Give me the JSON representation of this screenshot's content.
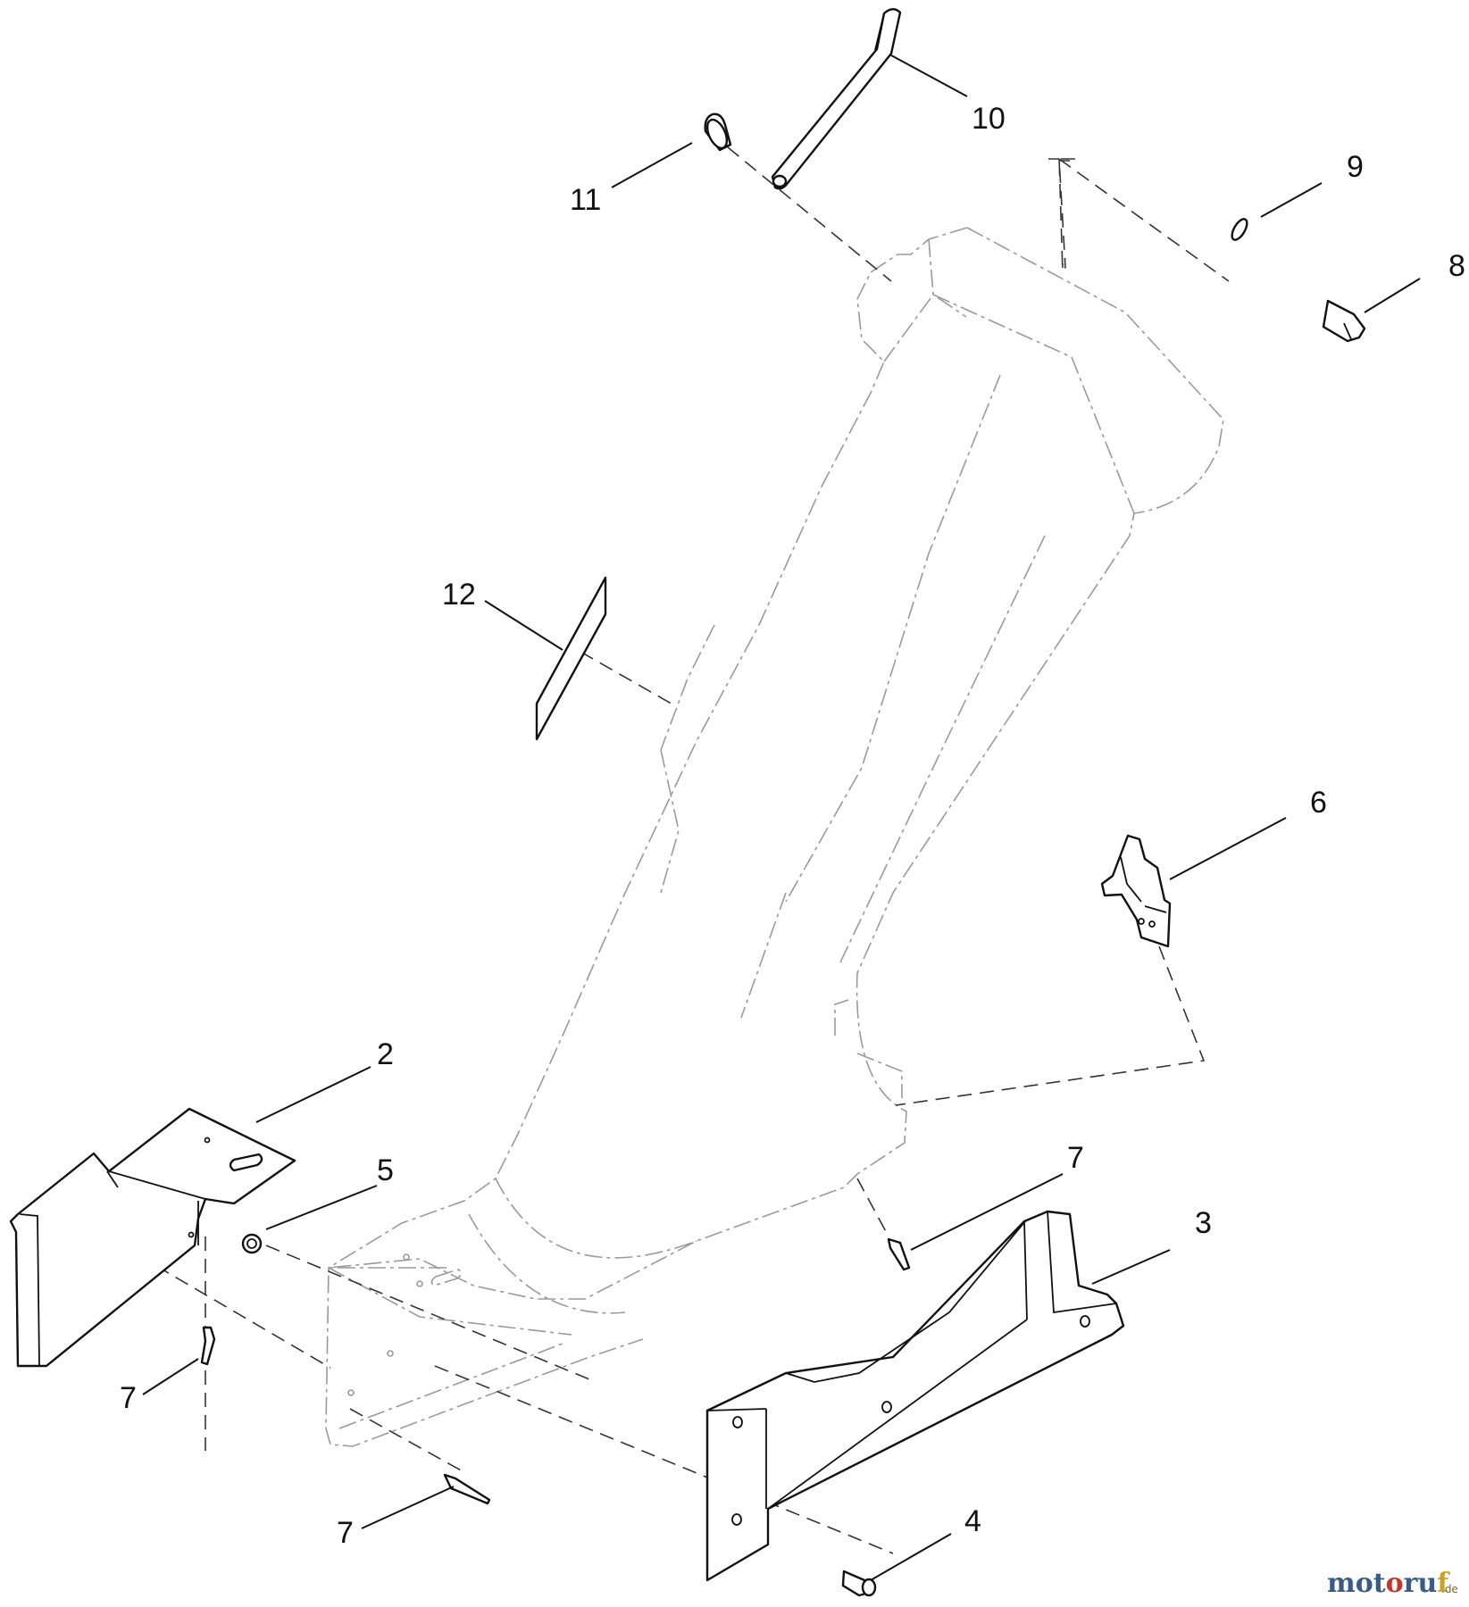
{
  "callouts": {
    "c10": "10",
    "c11": "11",
    "c9": "9",
    "c8": "8",
    "c12": "12",
    "c6": "6",
    "c2": "2",
    "c5": "5",
    "c7a": "7",
    "c3": "3",
    "c7b": "7",
    "c7c": "7",
    "c4": "4"
  },
  "watermark": {
    "m": "m",
    "o1": "o",
    "t": "t",
    "o2": "o",
    "r": "r",
    "u": "u",
    "f": "f",
    "tld": ".de"
  },
  "colors": {
    "line": "#111111",
    "ghost_outline": "#9a9a9a",
    "watermark_blue": "#3a5a8a",
    "watermark_red": "#c0392b",
    "watermark_gold": "#c9a227"
  }
}
